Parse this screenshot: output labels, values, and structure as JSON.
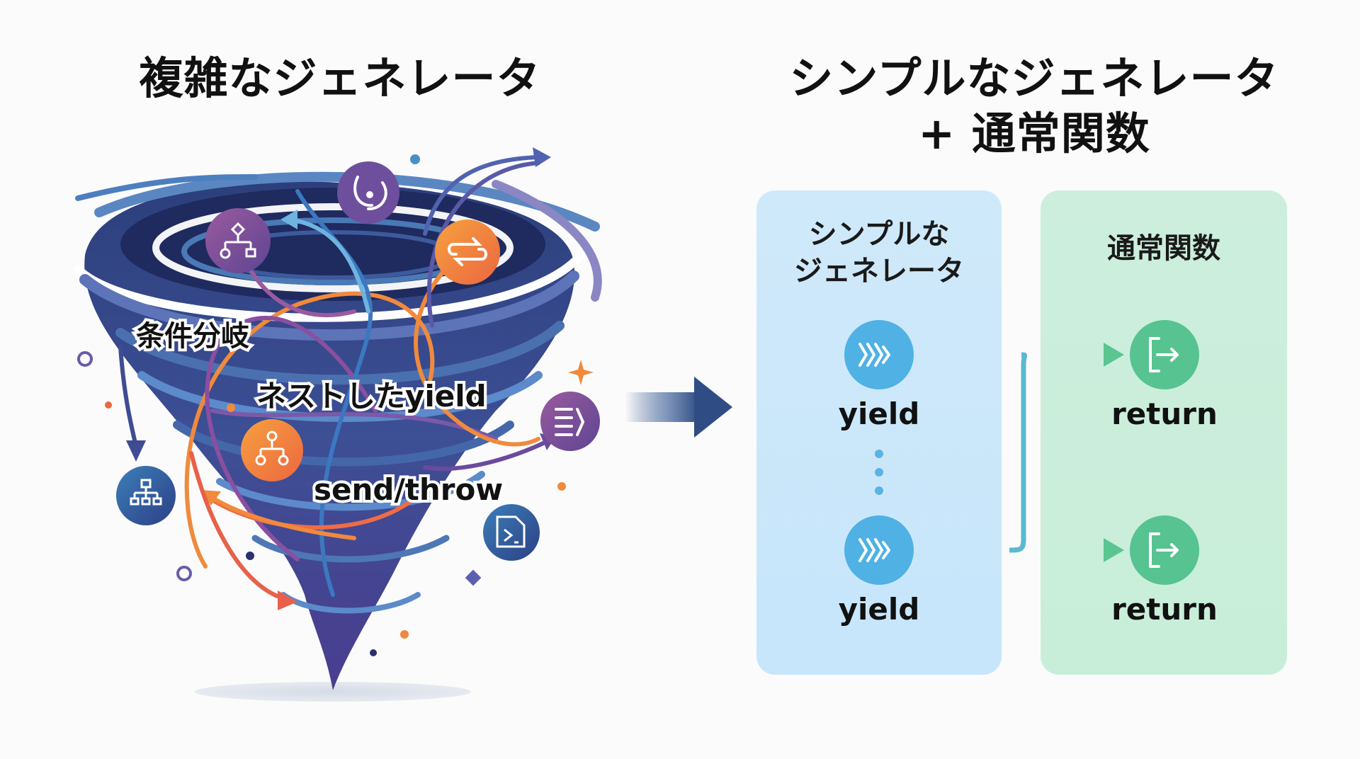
{
  "left": {
    "title": "複雑なジェネレータ",
    "labels": {
      "branch": "条件分岐",
      "nested": "ネストしたyield",
      "send_throw": "send/throw"
    },
    "icons": [
      "flowchart-icon",
      "swirl-icon",
      "swap-arrows-icon",
      "hierarchy-icon",
      "tree-icon",
      "list-bracket-icon",
      "script-file-icon"
    ]
  },
  "transition_arrow": "right-arrow",
  "right": {
    "title_line1": "シンプルなジェネレータ",
    "title_line2": "+ 通常関数",
    "generator_panel": {
      "title_line1": "シンプルな",
      "title_line2": "ジェネレータ",
      "nodes": [
        {
          "label": "yield",
          "icon": "chevrons-right-icon"
        },
        {
          "label": "yield",
          "icon": "chevrons-right-icon"
        }
      ],
      "ellipsis": "⋮"
    },
    "function_panel": {
      "title": "通常関数",
      "nodes": [
        {
          "label": "return",
          "icon": "exit-icon"
        },
        {
          "label": "return",
          "icon": "exit-icon"
        }
      ]
    }
  },
  "colors": {
    "navy": "#2e3a78",
    "purple": "#6d4f9e",
    "blue": "#4a7db8",
    "orange": "#f08a3c",
    "yield_blue": "#4fb1e4",
    "return_green": "#5bc592",
    "panel_blue": "#cde8fa",
    "panel_green": "#cbeedb"
  }
}
